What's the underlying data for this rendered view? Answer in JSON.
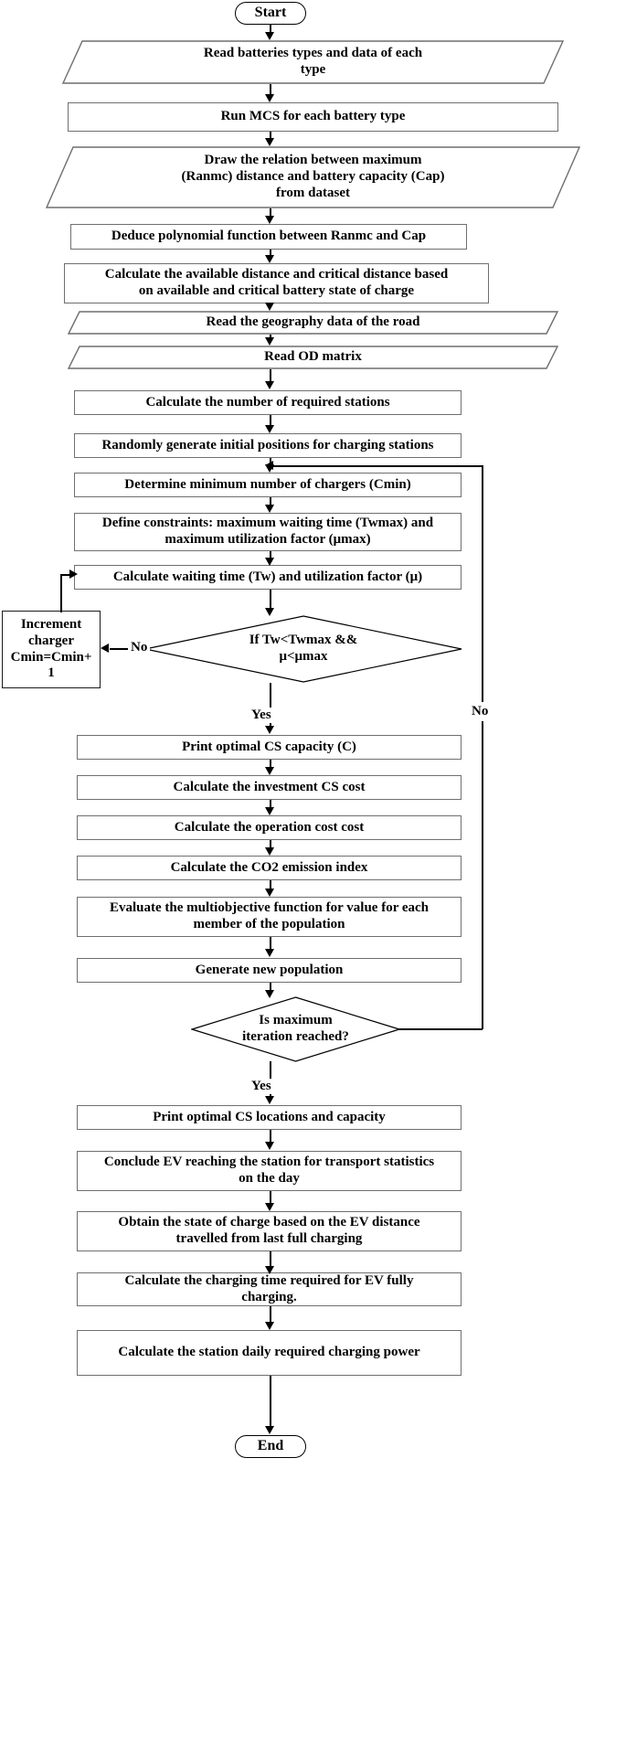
{
  "diagram": {
    "title": "EV charging station planning flowchart",
    "colors": {
      "background": "#ffffff",
      "line": "#000000",
      "box_border": "#6f6f6f",
      "terminator_border": "#000000",
      "text": "#000000"
    },
    "nodes": {
      "start": "Start",
      "read_batteries": "Read batteries types and data of each type",
      "run_mcs": "Run MCS for each battery type",
      "draw_relation": "Draw the relation between maximum (Ranmc) distance and battery capacity (Cap) from dataset",
      "deduce_poly": "Deduce polynomial function between Ranmc and Cap",
      "calc_distances": "Calculate the available distance and critical distance based on available and critical battery state of charge",
      "read_geography": "Read the geography data of the road",
      "read_od": "Read OD matrix",
      "calc_stations": "Calculate the number of required stations",
      "random_positions": "Randomly generate initial positions for charging stations",
      "determine_cmin": "Determine minimum number of chargers  (Cmin)",
      "define_constraints": "Define constraints: maximum waiting time (Twmax) and maximum utilization factor (μmax)",
      "calc_tw": "Calculate waiting time (Tw) and utilization factor (μ)",
      "decision_tw": "If Tw<Twmax && μ<μmax",
      "increment_charger": "Increment charger Cmin=Cmin+ 1",
      "print_capacity": "Print optimal CS capacity (C)",
      "calc_investment": "Calculate the investment CS cost",
      "calc_operation": "Calculate the operation cost cost",
      "calc_co2": "Calculate the CO2 emission index",
      "evaluate_multiobjective": "Evaluate the multiobjective function for value for each member of the population",
      "generate_population": "Generate new population",
      "decision_iteration": "Is maximum iteration reached?",
      "print_locations": "Print optimal CS locations and capacity",
      "conclude_ev": "Conclude EV reaching the station for transport statistics on the day",
      "obtain_soc": "Obtain the state of charge based on the EV distance travelled from last full charging",
      "calc_charging_time": "Calculate the charging time required for EV fully charging.",
      "calc_daily_power": "Calculate the station daily required charging power",
      "end": "End"
    },
    "node_lines": {
      "read_batteries": [
        "Read batteries types and data of each",
        "type"
      ],
      "draw_relation": [
        "Draw the relation between maximum",
        "(Ranmc) distance and battery capacity (Cap)",
        "from dataset"
      ],
      "calc_distances": [
        "Calculate the available distance and critical distance based",
        "on available and critical battery state of charge"
      ],
      "define_constraints": [
        "Define constraints: maximum waiting time (Twmax) and",
        "maximum utilization factor (μmax)"
      ],
      "decision_tw": [
        "If Tw<Twmax &&",
        "μ<μmax"
      ],
      "increment_charger": [
        "Increment",
        "charger",
        "Cmin=Cmin+",
        "1"
      ],
      "evaluate_multiobjective": [
        "Evaluate the multiobjective function for value for each",
        "member of the population"
      ],
      "decision_iteration": [
        "Is maximum",
        "iteration reached?"
      ],
      "conclude_ev": [
        "Conclude EV reaching the station for transport statistics",
        "on the day"
      ],
      "obtain_soc": [
        "Obtain the state of charge based on the EV distance",
        "travelled from last full charging"
      ],
      "calc_charging_time": [
        "Calculate the charging time required for EV fully",
        "charging."
      ]
    },
    "edge_labels": {
      "no_tw": "No",
      "yes_tw": "Yes",
      "no_iteration": "No",
      "yes_iteration": "Yes"
    }
  }
}
